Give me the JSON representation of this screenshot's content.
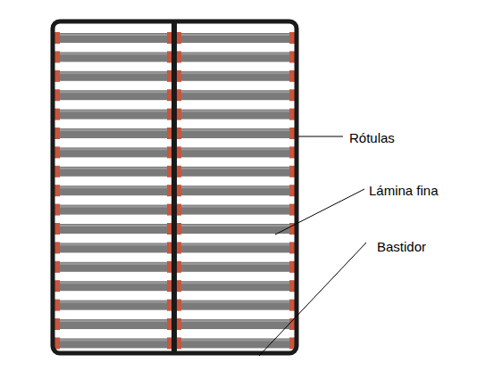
{
  "diagram": {
    "labels": [
      "Rótulas",
      "Lámina fina",
      "Bastidor"
    ]
  }
}
